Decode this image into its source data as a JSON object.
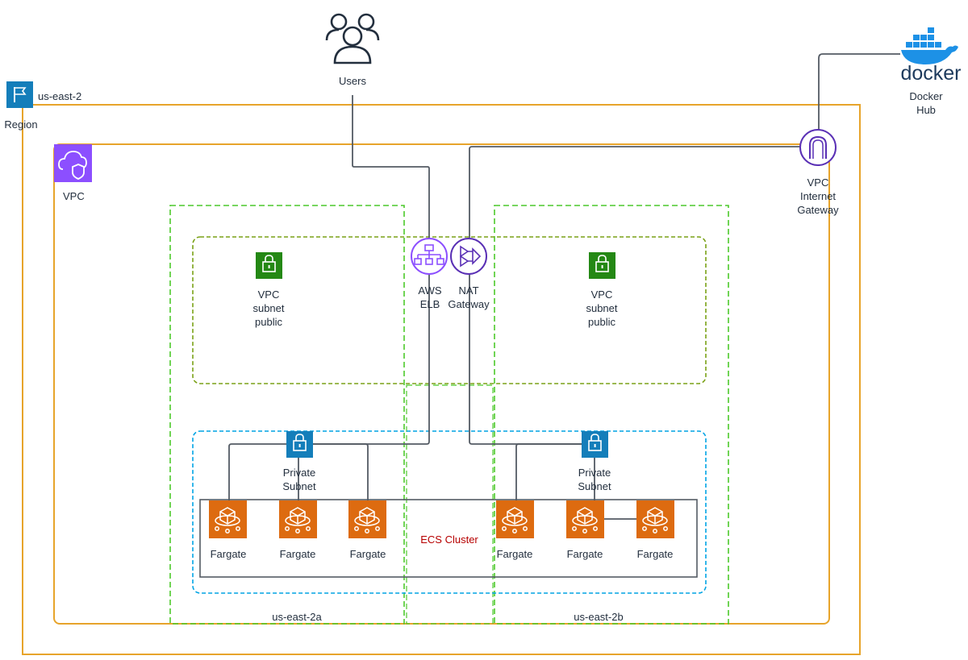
{
  "region": {
    "name": "us-east-2",
    "label": "Region"
  },
  "vpc": {
    "label": "VPC"
  },
  "users": {
    "label": "Users"
  },
  "docker": {
    "wordmark": "docker",
    "label_line1": "Docker",
    "label_line2": "Hub"
  },
  "igw": {
    "line1": "VPC",
    "line2": "Internet",
    "line3": "Gateway"
  },
  "elb": {
    "line1": "AWS",
    "line2": "ELB"
  },
  "nat": {
    "line1": "NAT",
    "line2": "Gateway"
  },
  "public_subnet": {
    "line1": "VPC",
    "line2": "subnet",
    "line3": "public"
  },
  "private_subnet": {
    "line1": "Private",
    "line2": "Subnet"
  },
  "ecs_cluster": {
    "label": "ECS Cluster"
  },
  "fargate": {
    "label": "Fargate"
  },
  "az": {
    "a": "us-east-2a",
    "b": "us-east-2b"
  },
  "colors": {
    "region_border": "#e7a42b",
    "vpc_purple": "#8c4fff",
    "az_green": "#4cc92b",
    "public_subnet_green": "#7aa116",
    "public_subnet_icon": "#248814",
    "private_subnet_blue": "#00a4e4",
    "private_subnet_icon": "#147eba",
    "fargate_orange": "#dd6b10",
    "ecs_label": "#b70000",
    "connector": "#545b64",
    "docker_blue": "#1d91e6"
  }
}
